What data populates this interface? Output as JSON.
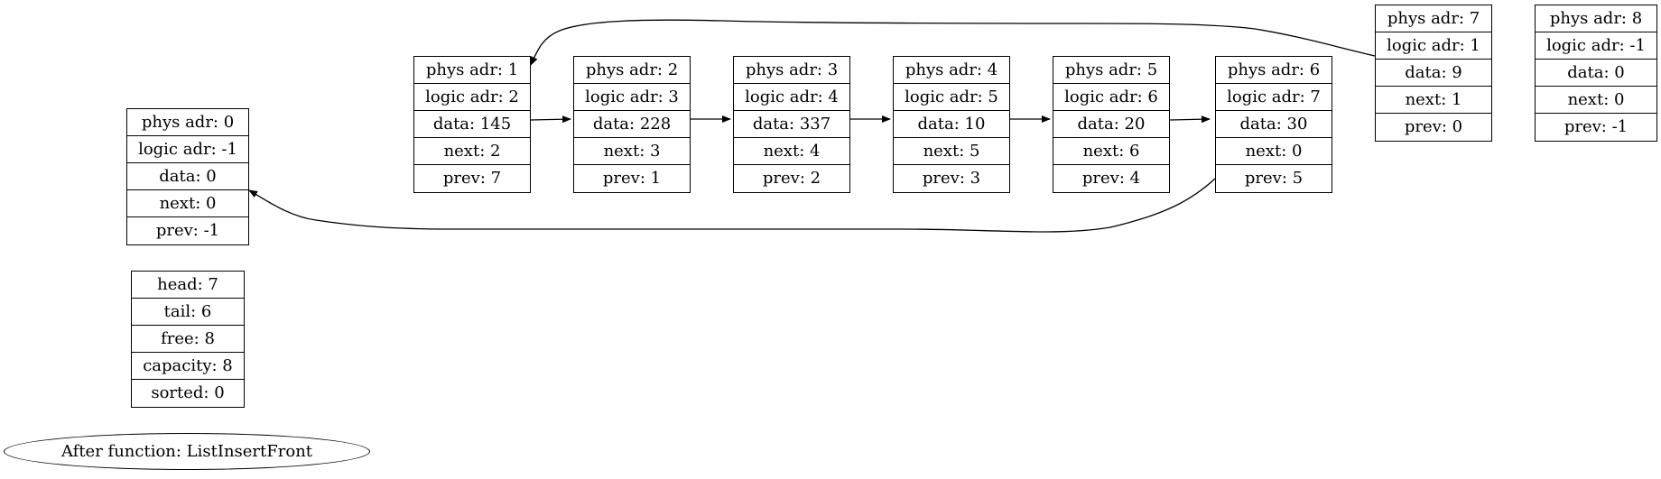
{
  "nodes": [
    {
      "phys": "phys adr: 0",
      "logic": "logic adr: -1",
      "data": "data: 0",
      "next": "next: 0",
      "prev": "prev: -1"
    },
    {
      "phys": "phys adr: 1",
      "logic": "logic adr: 2",
      "data": "data: 145",
      "next": "next: 2",
      "prev": "prev: 7"
    },
    {
      "phys": "phys adr: 2",
      "logic": "logic adr: 3",
      "data": "data: 228",
      "next": "next: 3",
      "prev": "prev: 1"
    },
    {
      "phys": "phys adr: 3",
      "logic": "logic adr: 4",
      "data": "data: 337",
      "next": "next: 4",
      "prev": "prev: 2"
    },
    {
      "phys": "phys adr: 4",
      "logic": "logic adr: 5",
      "data": "data: 10",
      "next": "next: 5",
      "prev": "prev: 3"
    },
    {
      "phys": "phys adr: 5",
      "logic": "logic adr: 6",
      "data": "data: 20",
      "next": "next: 6",
      "prev": "prev: 4"
    },
    {
      "phys": "phys adr: 6",
      "logic": "logic adr: 7",
      "data": "data: 30",
      "next": "next: 0",
      "prev": "prev: 5"
    },
    {
      "phys": "phys adr: 7",
      "logic": "logic adr: 1",
      "data": "data: 9",
      "next": "next: 1",
      "prev": "prev: 0"
    },
    {
      "phys": "phys adr: 8",
      "logic": "logic adr: -1",
      "data": "data: 0",
      "next": "next: 0",
      "prev": "prev: -1"
    }
  ],
  "list_info": {
    "head": "head: 7",
    "tail": "tail: 6",
    "free": "free: 8",
    "capacity": "capacity: 8",
    "sorted": "sorted: 0"
  },
  "status": "After function: ListInsertFront",
  "edges": [
    {
      "from": 1,
      "to": 2
    },
    {
      "from": 2,
      "to": 3
    },
    {
      "from": 3,
      "to": 4
    },
    {
      "from": 4,
      "to": 5
    },
    {
      "from": 5,
      "to": 6
    },
    {
      "from": 6,
      "to": 0
    },
    {
      "from": 7,
      "to": 1
    }
  ]
}
